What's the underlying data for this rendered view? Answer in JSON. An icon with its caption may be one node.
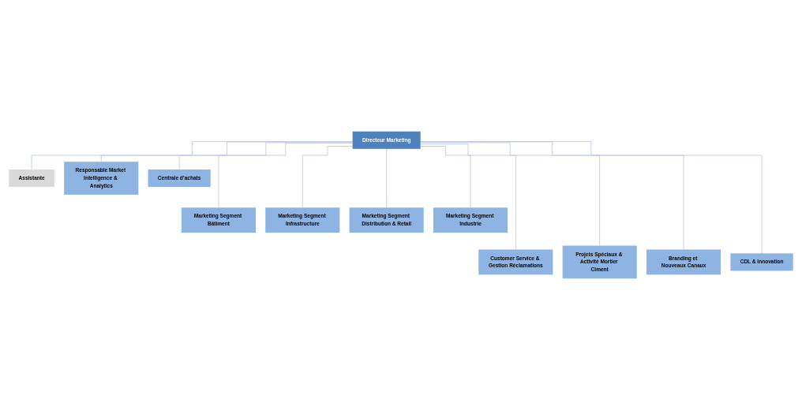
{
  "diagram": {
    "nodes": [
      {
        "text": [
          "Directeur Marketing"
        ]
      },
      {
        "text": [
          "Assistante"
        ]
      },
      {
        "text": [
          "Responsable Market Intelligence & Analytics"
        ]
      },
      {
        "text": [
          "Centrale d’achats"
        ]
      },
      {
        "text": [
          "Marketing Segment Bâtiment"
        ]
      },
      {
        "text": [
          "Marketing Segment Infrastructure"
        ]
      },
      {
        "text": [
          "Marketing Segment Distribution & Retail"
        ]
      },
      {
        "text": [
          "Marketing Segment Industrie"
        ]
      },
      {
        "text": [
          "Customer Service & Gestion Réclamations"
        ]
      },
      {
        "text": [
          "Projets Spéciaux & Activité Mortier Ciment"
        ]
      },
      {
        "text": [
          "Branding et Nouveaux Canaux"
        ]
      },
      {
        "text": [
          "CDL & Innovation"
        ]
      }
    ],
    "edges": [
      {
        "from": 0,
        "to": 1,
        "arrow": "none"
      },
      {
        "from": 0,
        "to": 2,
        "arrow": "none"
      },
      {
        "from": 0,
        "to": 3,
        "arrow": "none"
      },
      {
        "from": 0,
        "to": 4,
        "arrow": "none"
      },
      {
        "from": 0,
        "to": 8,
        "arrow": "none"
      },
      {
        "from": 0,
        "to": 5,
        "arrow": "none"
      },
      {
        "from": 0,
        "to": 9,
        "arrow": "none"
      },
      {
        "from": 0,
        "to": 6,
        "arrow": "none"
      },
      {
        "from": 0,
        "to": 10,
        "arrow": "none"
      },
      {
        "from": 0,
        "to": 7,
        "arrow": "none"
      },
      {
        "from": 0,
        "to": 11,
        "arrow": "none"
      }
    ]
  }
}
